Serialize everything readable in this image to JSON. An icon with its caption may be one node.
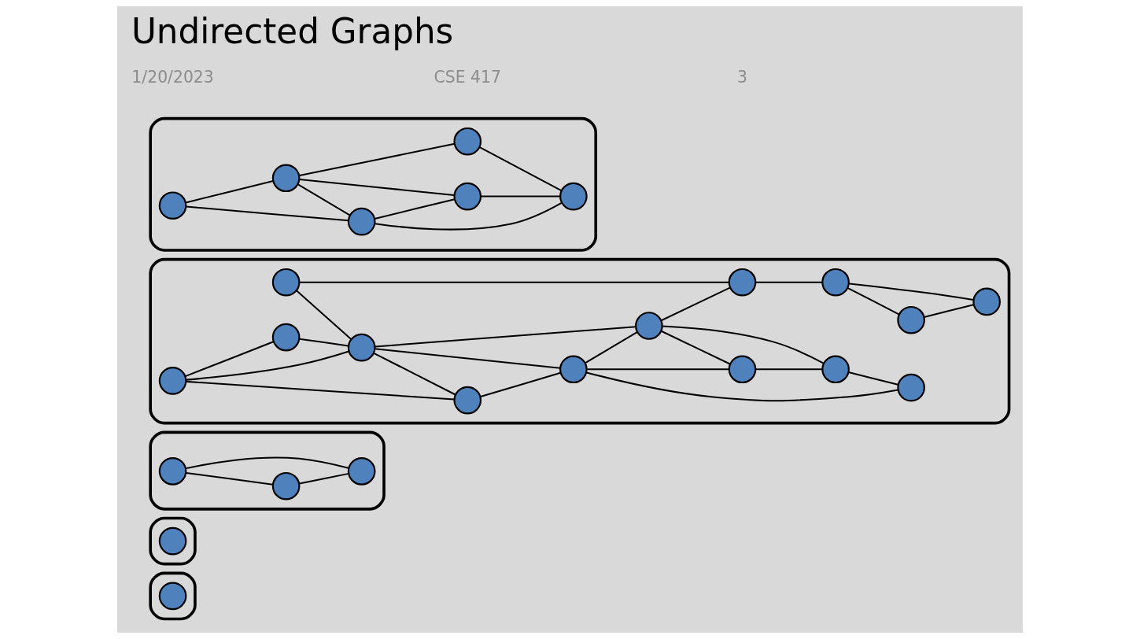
{
  "diagram": {
    "title": "Undirected Graphs",
    "nodes": [
      {
        "text": [],
        "shape": "loop"
      },
      {
        "text": [],
        "shape": "circle",
        "in": 0
      },
      {
        "text": [],
        "shape": "loop"
      },
      {
        "text": [],
        "shape": "circle",
        "in": 2
      },
      {
        "text": [],
        "shape": "loop"
      },
      {
        "text": [],
        "shape": "circle",
        "in": 4
      },
      {
        "text": [],
        "shape": "circle",
        "in": 4
      },
      {
        "text": [],
        "shape": "circle",
        "in": 4
      },
      {
        "text": [],
        "shape": "loop"
      },
      {
        "text": [],
        "shape": "circle",
        "in": 8
      },
      {
        "text": [],
        "shape": "circle",
        "in": 8
      },
      {
        "text": [],
        "shape": "circle",
        "in": 8
      },
      {
        "text": [],
        "shape": "circle",
        "in": 8
      },
      {
        "text": [],
        "shape": "circle",
        "in": 8
      },
      {
        "text": [],
        "shape": "circle",
        "in": 8
      },
      {
        "text": [],
        "shape": "circle",
        "in": 8
      },
      {
        "text": [],
        "shape": "circle",
        "in": 8
      },
      {
        "text": [],
        "shape": "circle",
        "in": 8
      },
      {
        "text": [],
        "shape": "circle",
        "in": 8
      },
      {
        "text": [],
        "shape": "circle",
        "in": 8
      },
      {
        "text": [],
        "shape": "circle",
        "in": 8
      },
      {
        "text": [],
        "shape": "circle",
        "in": 8
      },
      {
        "text": [],
        "shape": "circle",
        "in": 8
      },
      {
        "text": [],
        "shape": "loop"
      },
      {
        "text": [],
        "shape": "circle",
        "in": 23
      },
      {
        "text": [],
        "shape": "circle",
        "in": 23
      },
      {
        "text": [],
        "shape": "circle",
        "in": 23
      },
      {
        "text": [],
        "shape": "circle",
        "in": 23
      },
      {
        "text": [],
        "shape": "circle",
        "in": 23
      },
      {
        "text": [],
        "shape": "circle",
        "in": 23
      }
    ],
    "edges": [
      {
        "from": 5,
        "to": 6,
        "arrow": "none"
      },
      {
        "from": 5,
        "to": 7,
        "arrow": "none"
      },
      {
        "from": 6,
        "to": 7,
        "arrow": "none"
      },
      {
        "from": 13,
        "to": 9,
        "arrow": "none"
      },
      {
        "from": 9,
        "to": 16,
        "arrow": "none"
      },
      {
        "from": 10,
        "to": 16,
        "arrow": "none"
      },
      {
        "from": 10,
        "to": 14,
        "arrow": "none"
      },
      {
        "from": 14,
        "to": 11,
        "arrow": "none"
      },
      {
        "from": 11,
        "to": 12,
        "arrow": "none"
      },
      {
        "from": 11,
        "to": 15,
        "arrow": "none"
      },
      {
        "from": 12,
        "to": 15,
        "arrow": "none"
      },
      {
        "from": 13,
        "to": 16,
        "arrow": "none"
      },
      {
        "from": 13,
        "to": 19,
        "arrow": "none"
      },
      {
        "from": 16,
        "to": 19,
        "arrow": "none"
      },
      {
        "from": 16,
        "to": 20,
        "arrow": "none"
      },
      {
        "from": 16,
        "to": 17,
        "arrow": "none"
      },
      {
        "from": 17,
        "to": 14,
        "arrow": "none"
      },
      {
        "from": 19,
        "to": 20,
        "arrow": "none"
      },
      {
        "from": 20,
        "to": 17,
        "arrow": "none"
      },
      {
        "from": 20,
        "to": 18,
        "arrow": "none"
      },
      {
        "from": 20,
        "to": 21,
        "arrow": "none"
      },
      {
        "from": 17,
        "to": 21,
        "arrow": "none"
      },
      {
        "from": 17,
        "to": 22,
        "arrow": "none"
      },
      {
        "from": 21,
        "to": 22,
        "arrow": "none"
      },
      {
        "from": 22,
        "to": 18,
        "arrow": "none"
      },
      {
        "from": 24,
        "to": 25,
        "arrow": "none"
      },
      {
        "from": 24,
        "to": 27,
        "arrow": "none"
      },
      {
        "from": 27,
        "to": 25,
        "arrow": "none"
      },
      {
        "from": 27,
        "to": 26,
        "arrow": "none"
      },
      {
        "from": 27,
        "to": 28,
        "arrow": "none"
      },
      {
        "from": 25,
        "to": 28,
        "arrow": "none"
      },
      {
        "from": 25,
        "to": 29,
        "arrow": "none"
      },
      {
        "from": 26,
        "to": 29,
        "arrow": "none"
      },
      {
        "from": 28,
        "to": 29,
        "arrow": "none"
      }
    ],
    "labels": [
      "1/20/2023",
      "CSE 417",
      "3"
    ]
  }
}
